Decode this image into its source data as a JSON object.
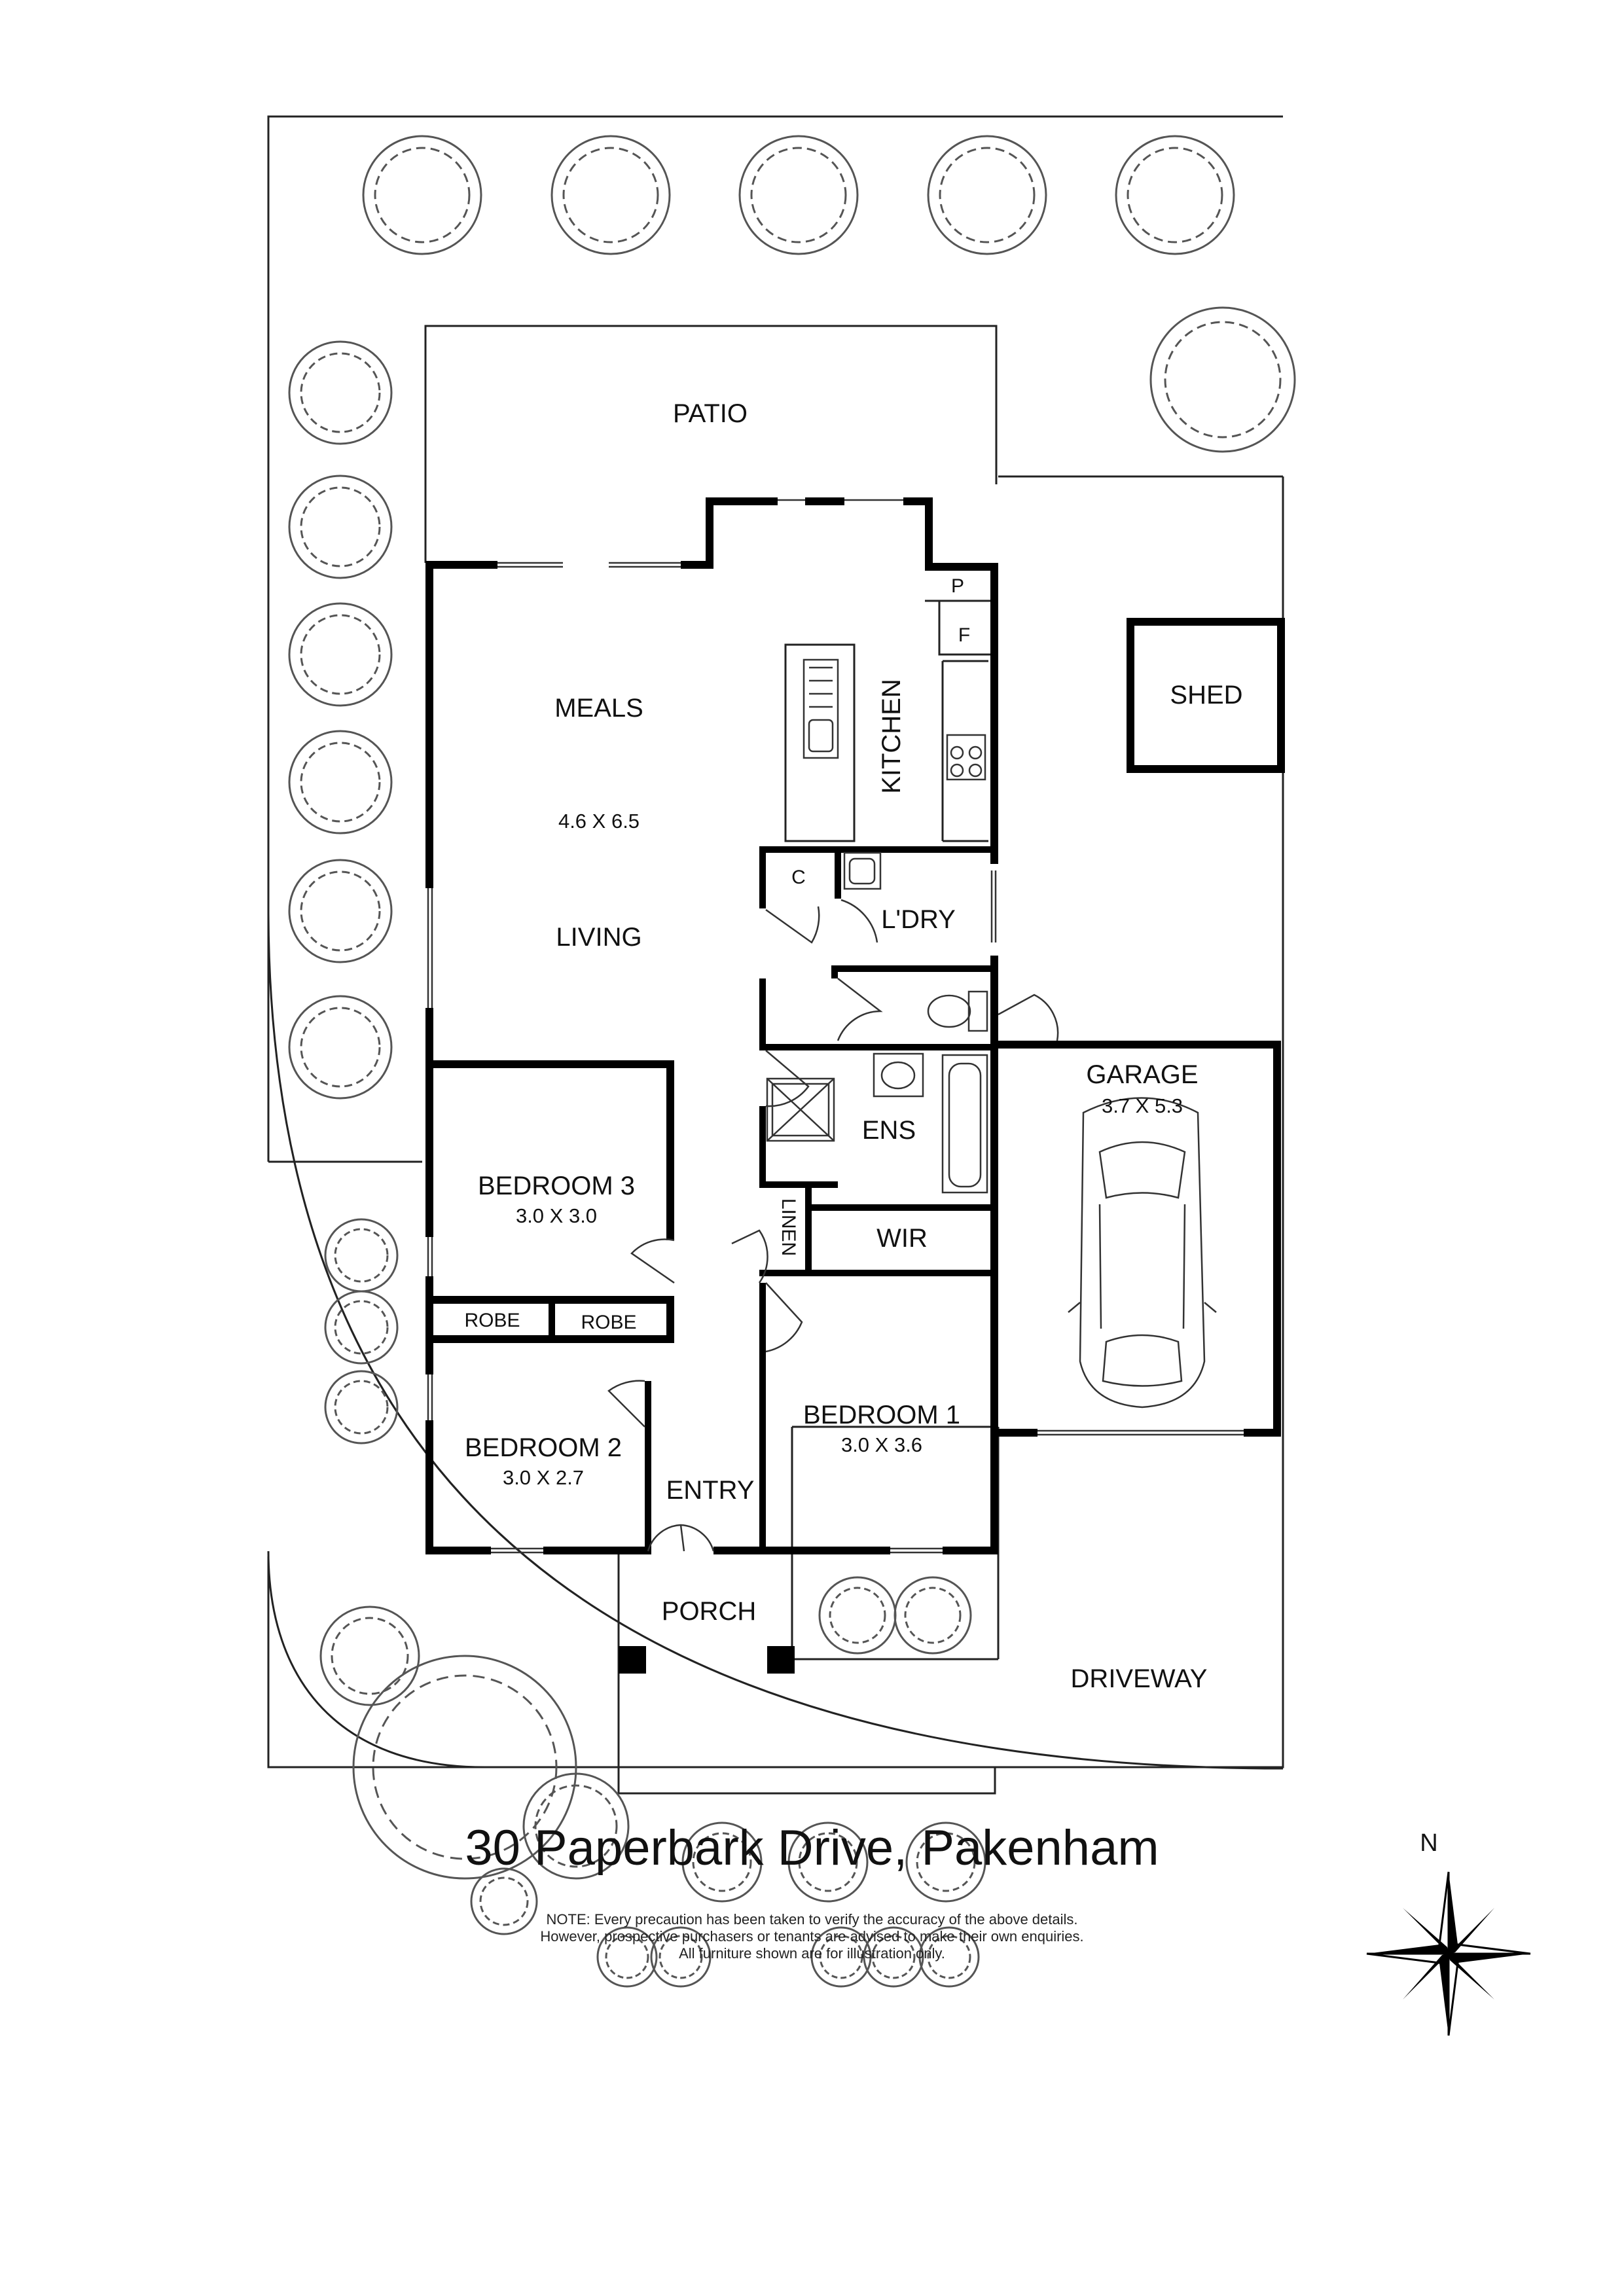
{
  "rooms": {
    "patio": "PATIO",
    "meals": "MEALS",
    "living_dim": "4.6 X 6.5",
    "living": "LIVING",
    "kitchen": "KITCHEN",
    "pantry": "P",
    "fridge": "F",
    "cupboard": "C",
    "laundry": "L'DRY",
    "shed": "SHED",
    "garage": "GARAGE",
    "garage_dim": "3.7 X 5.3",
    "ensuite": "ENS",
    "wir": "WIR",
    "linen": "LINEN",
    "bedroom3": "BEDROOM 3",
    "bedroom3_dim": "3.0 X 3.0",
    "robe_left": "ROBE",
    "robe_right": "ROBE",
    "bedroom2": "BEDROOM 2",
    "bedroom2_dim": "3.0 X 2.7",
    "entry": "ENTRY",
    "bedroom1": "BEDROOM 1",
    "bedroom1_dim": "3.0 X 3.6",
    "porch": "PORCH",
    "driveway": "DRIVEWAY"
  },
  "compass": {
    "north": "N"
  },
  "address": "30 Paperbark Drive, Pakenham",
  "note": [
    "NOTE: Every precaution has been taken to verify the accuracy of the above details.",
    "However, prospective purchasers or tenants are advised to make their own enquiries.",
    "All furniture shown are for illustration only."
  ],
  "colors": {
    "wall": "#000000",
    "line": "#222222",
    "background": "#ffffff"
  }
}
